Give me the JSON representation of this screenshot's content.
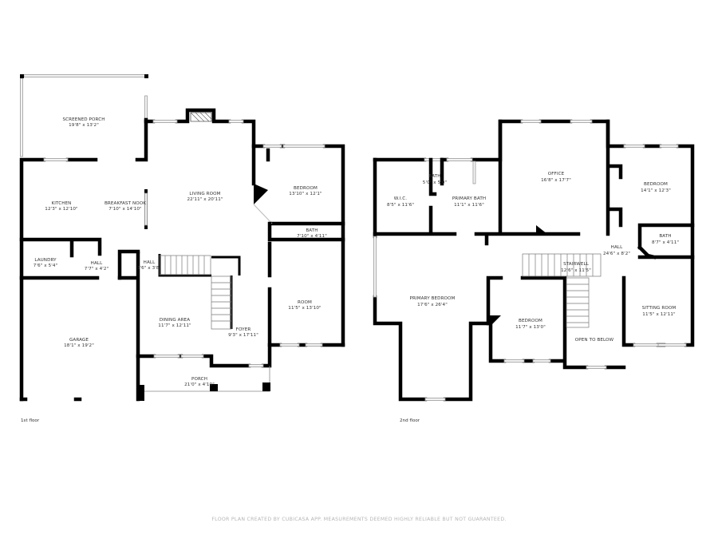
{
  "floors": [
    {
      "label": "1st floor",
      "rooms": [
        {
          "name": "SCREENED PORCH",
          "size": "19'8\" x 13'2\""
        },
        {
          "name": "KITCHEN",
          "size": "12'3\" x 12'10\""
        },
        {
          "name": "BREAKFAST NOOK",
          "size": "7'10\" x 14'10\""
        },
        {
          "name": "LIVING ROOM",
          "size": "22'11\" x 20'11\""
        },
        {
          "name": "BEDROOM",
          "size": "13'10\" x 12'1\""
        },
        {
          "name": "BATH",
          "size": "7'10\" x 4'11\""
        },
        {
          "name": "LAUNDRY",
          "size": "7'6\" x 5'4\""
        },
        {
          "name": "HALL",
          "size": "7'7\" x 4'2\""
        },
        {
          "name": "HALL",
          "size": "3'6\" x 3'8\""
        },
        {
          "name": "ROOM",
          "size": "11'5\" x 13'10\""
        },
        {
          "name": "DINING AREA",
          "size": "11'7\" x 12'11\""
        },
        {
          "name": "FOYER",
          "size": "9'3\" x 17'11\""
        },
        {
          "name": "GARAGE",
          "size": "18'1\" x 19'2\""
        },
        {
          "name": "PORCH",
          "size": "21'0\" x 4'10\""
        }
      ]
    },
    {
      "label": "2nd floor",
      "rooms": [
        {
          "name": "W.I.C.",
          "size": "8'5\" x 11'6\""
        },
        {
          "name": "BATH",
          "size": "5'0\" x 5'0\""
        },
        {
          "name": "PRIMARY BATH",
          "size": "11'1\" x 11'6\""
        },
        {
          "name": "OFFICE",
          "size": "16'8\" x 17'7\""
        },
        {
          "name": "BEDROOM",
          "size": "14'1\" x 12'3\""
        },
        {
          "name": "BATH",
          "size": "8'7\" x 4'11\""
        },
        {
          "name": "HALL",
          "size": "24'6\" x 8'2\""
        },
        {
          "name": "STAIRWELL",
          "size": "12'6\" x 11'5\""
        },
        {
          "name": "PRIMARY BEDROOM",
          "size": "17'6\" x 26'4\""
        },
        {
          "name": "BEDROOM",
          "size": "11'7\" x 13'0\""
        },
        {
          "name": "OPEN TO BELOW",
          "size": ""
        },
        {
          "name": "SITTING ROOM",
          "size": "11'5\" x 12'11\""
        }
      ]
    }
  ],
  "footer": "FLOOR PLAN CREATED BY CUBICASA APP. MEASUREMENTS DEEMED HIGHLY RELIABLE BUT NOT GUARANTEED."
}
